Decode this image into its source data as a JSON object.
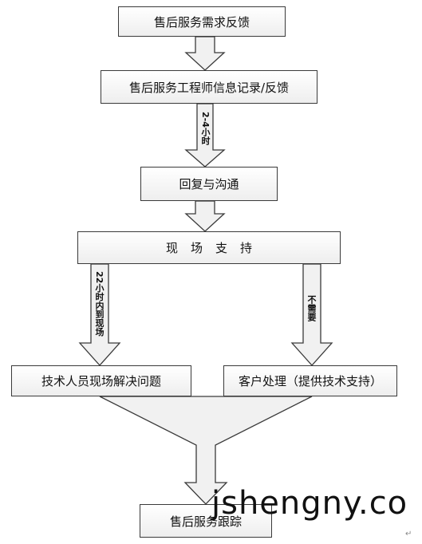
{
  "nodes": {
    "request": "售后服务需求反馈",
    "engineer": "售后服务工程师信息记录/反馈",
    "reply": "回复与沟通",
    "onsite": "现场支持",
    "tech_solve": "技术人员现场解决问题",
    "customer": "客户处理（提供技术支持）",
    "tracking": "售后服务跟踪"
  },
  "edges": {
    "time_label": "2-4小时",
    "arrive_label": "22小时内到现场",
    "not_needed_label": "不需要"
  },
  "watermark": "jshengny.co",
  "colors": {
    "arrow_fill": "#f1f1f1",
    "stroke": "#3a3a3a"
  }
}
